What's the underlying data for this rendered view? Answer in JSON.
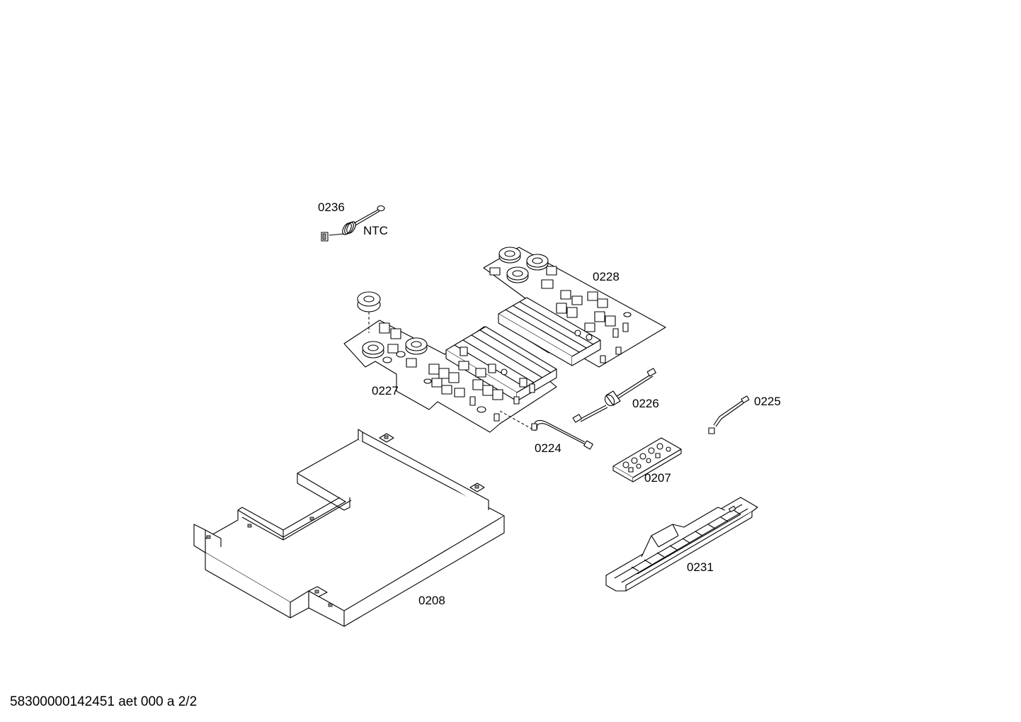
{
  "parts": {
    "p0236": "0236",
    "ntc": "NTC",
    "p0228": "0228",
    "p0227": "0227",
    "p0226": "0226",
    "p0225": "0225",
    "p0224": "0224",
    "p0207": "0207",
    "p0231": "0231",
    "p0208": "0208"
  },
  "footer": {
    "doc_id": "58300000142451 aet 000 a 2/2"
  }
}
